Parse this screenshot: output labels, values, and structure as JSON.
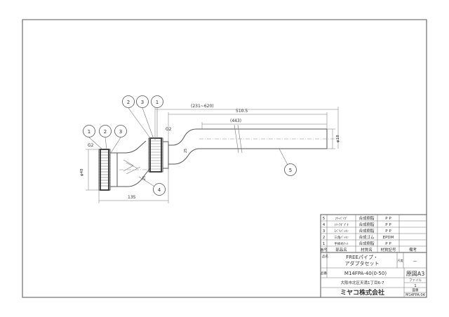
{
  "balloons": {
    "n1": "1",
    "n2": "2",
    "n3": "3",
    "n4": "4",
    "n5": "5"
  },
  "dims": {
    "total_range": "(231~620)",
    "pipe_len": "510.5",
    "inner_len": "(443)",
    "pipe_dia": "φ18",
    "nut_dia": "φ48",
    "offset": "135",
    "small": "25",
    "small2": "25",
    "thread": "G2"
  },
  "parts": [
    {
      "no": "5",
      "name": "ﾌﾘｰﾊﾟｲﾌﾟ",
      "material": "合成樹脂",
      "code": "P P",
      "note": ""
    },
    {
      "no": "4",
      "name": "ﾌﾘｰｱﾀﾞﾌﾟﾀ",
      "material": "合成樹脂",
      "code": "P P",
      "note": ""
    },
    {
      "no": "3",
      "name": "ｽﾍﾞﾘﾊﾟｯｷﾝ",
      "material": "合成樹脂",
      "code": "P P",
      "note": ""
    },
    {
      "no": "2",
      "name": "三角ﾊﾟｯｷﾝ",
      "material": "合成ゴム",
      "code": "EPDM",
      "note": ""
    },
    {
      "no": "1",
      "name": "手締めﾅｯﾄ",
      "material": "合成樹脂",
      "code": "P P",
      "note": ""
    }
  ],
  "table_header": {
    "no": "番号",
    "name": "部品名",
    "material": "材質名",
    "code": "材質記号",
    "note": "備考"
  },
  "title_block": {
    "name_label": "品名",
    "product_name_1": "FREEパイプ・",
    "product_name_2": "アダプタセット",
    "scale_label": "尺度",
    "scale_value": "—",
    "model_label": "品番",
    "model": "M14FPA-40(0-50)",
    "drawing_type": "原図A3",
    "address": "大阪市北区天満1丁目6-7",
    "company": "ミヤコ株式会社",
    "file_label": "ファイル",
    "file_value": "1",
    "drawing_no_label": "図番",
    "drawing_no": "M14FPA-04"
  }
}
